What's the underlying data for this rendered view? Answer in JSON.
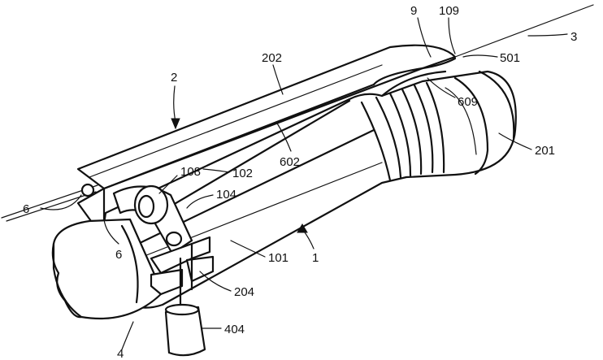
{
  "labels": {
    "l2": "2",
    "l202": "202",
    "l9": "9",
    "l109": "109",
    "l3": "3",
    "l501": "501",
    "l609": "609",
    "l201": "201",
    "l602": "602",
    "l108": "108",
    "l102": "102",
    "l104": "104",
    "l6a": "6",
    "l6b": "6",
    "l101": "101",
    "l1": "1",
    "l204": "204",
    "l404": "404",
    "l4": "4"
  }
}
